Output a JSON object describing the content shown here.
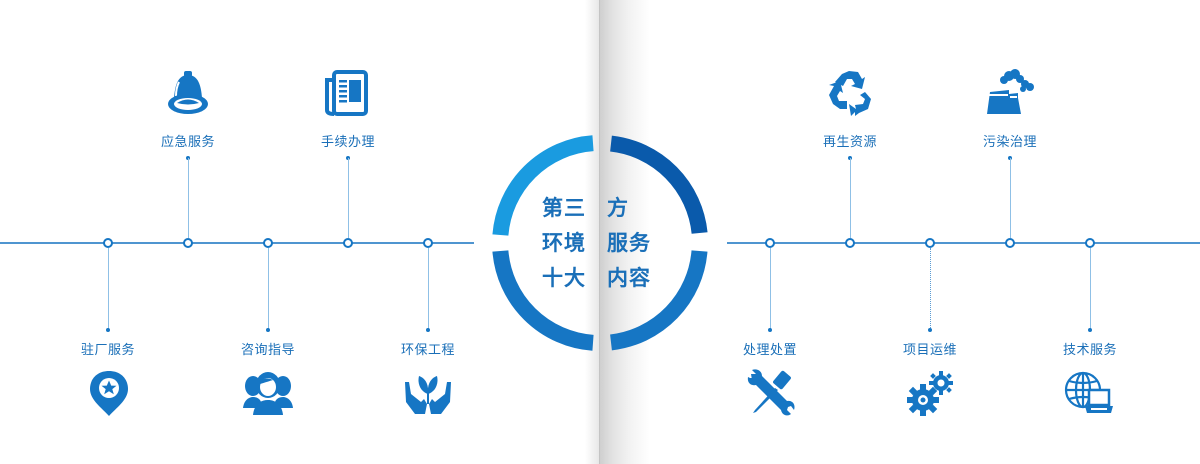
{
  "center": {
    "left_lines": [
      "第三",
      "环境",
      "十大"
    ],
    "right_lines": [
      "方",
      "服务",
      "内容"
    ],
    "title": "第三方环境服务十大内容"
  },
  "colors": {
    "primary": "#1676c4",
    "light_blue": "#1a9be0",
    "dark_blue": "#0a5aab",
    "line": "#4f95d0",
    "label": "#1a6fb8",
    "fold_gray": "#cfcfcf"
  },
  "left_services": [
    {
      "label": "驻厂服务",
      "icon": "map-pin-star-icon",
      "position": "bottom"
    },
    {
      "label": "应急服务",
      "icon": "alarm-bell-icon",
      "position": "top"
    },
    {
      "label": "咨询指导",
      "icon": "people-group-icon",
      "position": "bottom"
    },
    {
      "label": "手续办理",
      "icon": "newspaper-document-icon",
      "position": "top"
    },
    {
      "label": "环保工程",
      "icon": "hands-plant-icon",
      "position": "bottom"
    }
  ],
  "right_services": [
    {
      "label": "处理处置",
      "icon": "wrench-screwdriver-icon",
      "position": "bottom"
    },
    {
      "label": "再生资源",
      "icon": "recycle-icon",
      "position": "top"
    },
    {
      "label": "项目运维",
      "icon": "gears-icon",
      "position": "bottom"
    },
    {
      "label": "污染治理",
      "icon": "factory-smoke-icon",
      "position": "top"
    },
    {
      "label": "技术服务",
      "icon": "globe-laptop-icon",
      "position": "bottom"
    }
  ]
}
